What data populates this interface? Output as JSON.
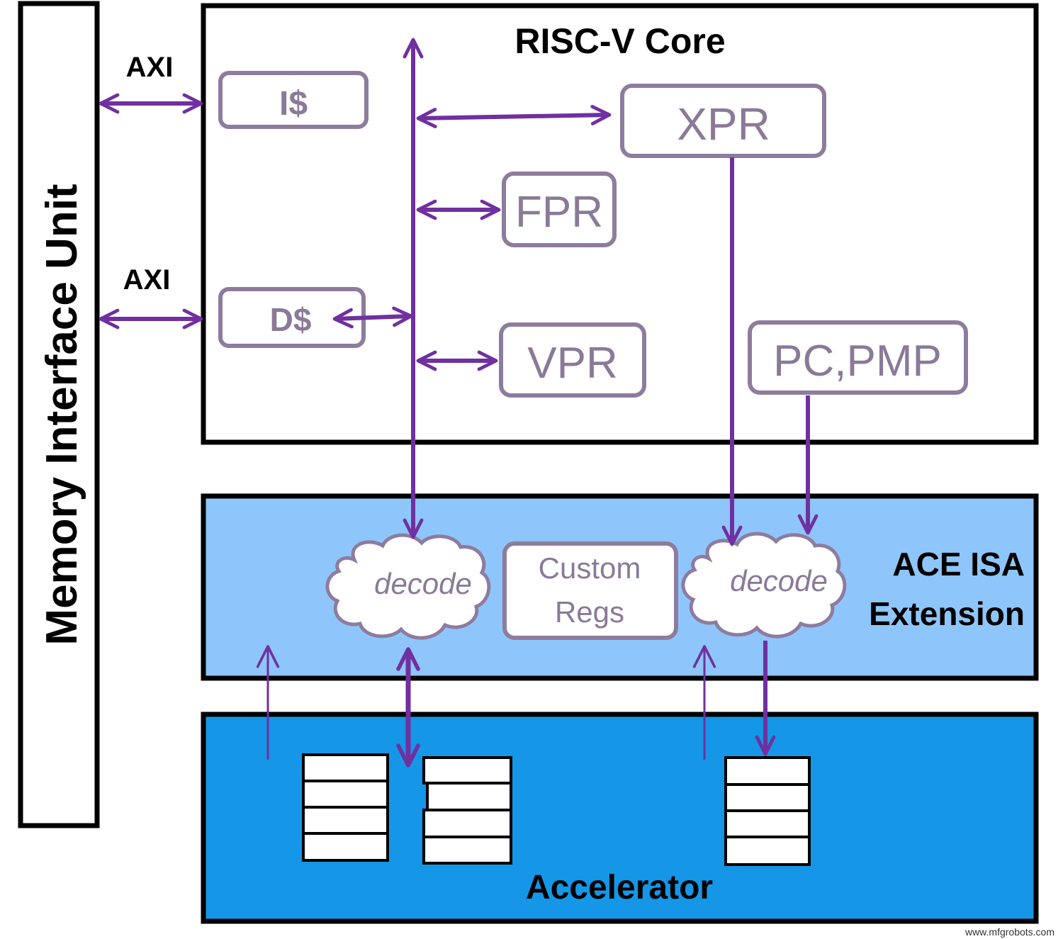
{
  "memory_unit": {
    "label": "Memory Interface Unit"
  },
  "core": {
    "title": "RISC-V Core"
  },
  "bus_labels": {
    "axi_top": "AXI",
    "axi_bottom": "AXI"
  },
  "registers": {
    "icache": "I$",
    "dcache": "D$",
    "xpr": "XPR",
    "fpr": "FPR",
    "vpr": "VPR",
    "pc_pmp": "PC,PMP"
  },
  "ace": {
    "title_line1": "ACE ISA",
    "title_line2": "Extension",
    "decode_left": "decode",
    "decode_right": "decode",
    "custom_regs_line1": "Custom",
    "custom_regs_line2": "Regs"
  },
  "accelerator": {
    "title": "Accelerator"
  },
  "watermark": "www.mfgrobots.com",
  "colors": {
    "arrow": "#7030a0",
    "reg_border": "#8e7c9e",
    "reg_text": "#8a7a98",
    "ace_fill": "#8ec6fb",
    "accel_fill": "#1596e6",
    "border": "#000000"
  }
}
